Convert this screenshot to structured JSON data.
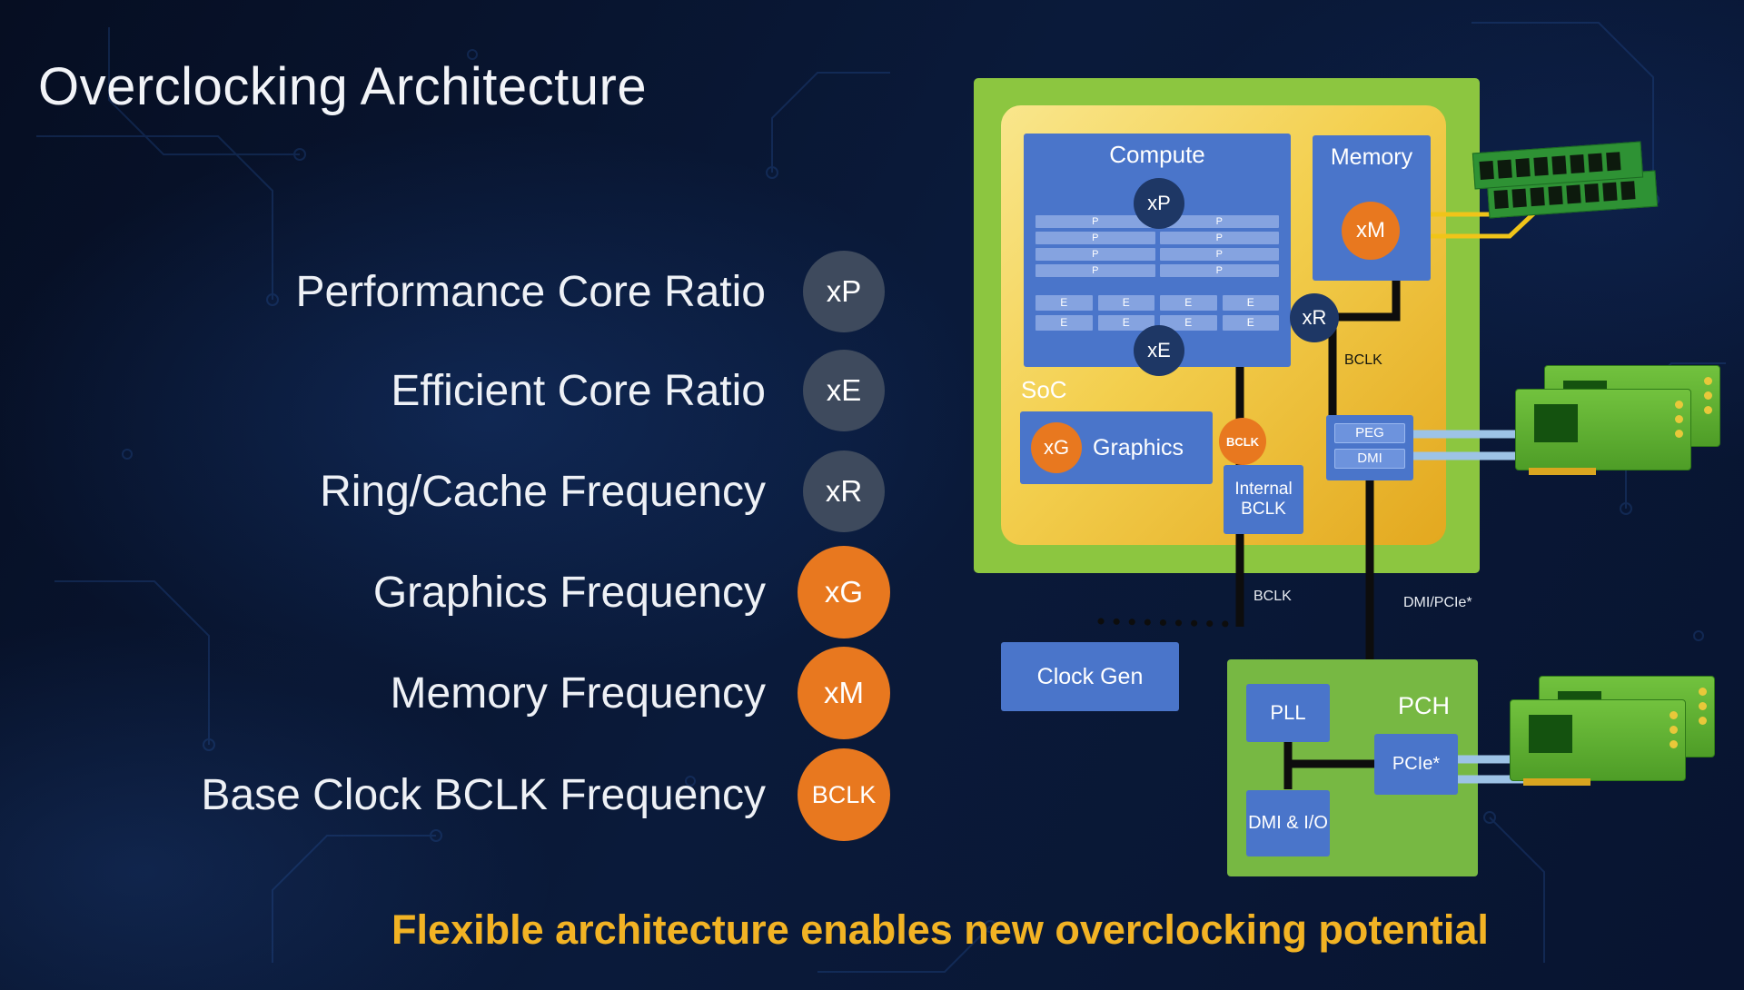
{
  "title": "Overclocking Architecture",
  "footer": "Flexible architecture enables new overclocking potential",
  "legend": [
    {
      "label": "Performance Core Ratio",
      "badge": "xP",
      "style": "slate"
    },
    {
      "label": "Efficient Core Ratio",
      "badge": "xE",
      "style": "slate"
    },
    {
      "label": "Ring/Cache Frequency",
      "badge": "xR",
      "style": "slate"
    },
    {
      "label": "Graphics Frequency",
      "badge": "xG",
      "style": "orange"
    },
    {
      "label": "Memory Frequency",
      "badge": "xM",
      "style": "orange"
    },
    {
      "label": "Base Clock BCLK Frequency",
      "badge": "BCLK",
      "style": "orange"
    }
  ],
  "diagram": {
    "soc_label": "SoC",
    "compute": {
      "title": "Compute",
      "xp_badge": "xP",
      "xe_badge": "xE",
      "p_core": "P",
      "e_core": "E"
    },
    "memory": {
      "title": "Memory",
      "xm_badge": "xM"
    },
    "xr_badge": "xR",
    "graphics": {
      "label": "Graphics",
      "xg_badge": "xG"
    },
    "internal_bclk_label": "Internal BCLK",
    "bclk_badge": "BCLK",
    "peg_label": "PEG",
    "dmi_label": "DMI",
    "bclk_top_label": "BCLK",
    "bclk_bottom_label": "BCLK",
    "dmi_pcie_label": "DMI/PCIe*",
    "clock_gen_label": "Clock Gen",
    "pch": {
      "title": "PCH",
      "pll": "PLL",
      "dmi_io": "DMI & I/O",
      "pcie": "PCIe*"
    }
  },
  "colors": {
    "background": "#081430",
    "box_blue": "#4a75ca",
    "cell_blue": "#85a3e0",
    "soc_gold": "#f3cf4e",
    "package_green": "#8cc640",
    "pch_green": "#77b843",
    "badge_orange": "#e8781f",
    "badge_slate": "#3e4a5d",
    "badge_navy": "#1e3765",
    "footer_gold": "#f2b324",
    "wire_black": "#0d0d0d",
    "wire_yellow": "#f0c419",
    "wire_blue": "#9dc3e6"
  }
}
